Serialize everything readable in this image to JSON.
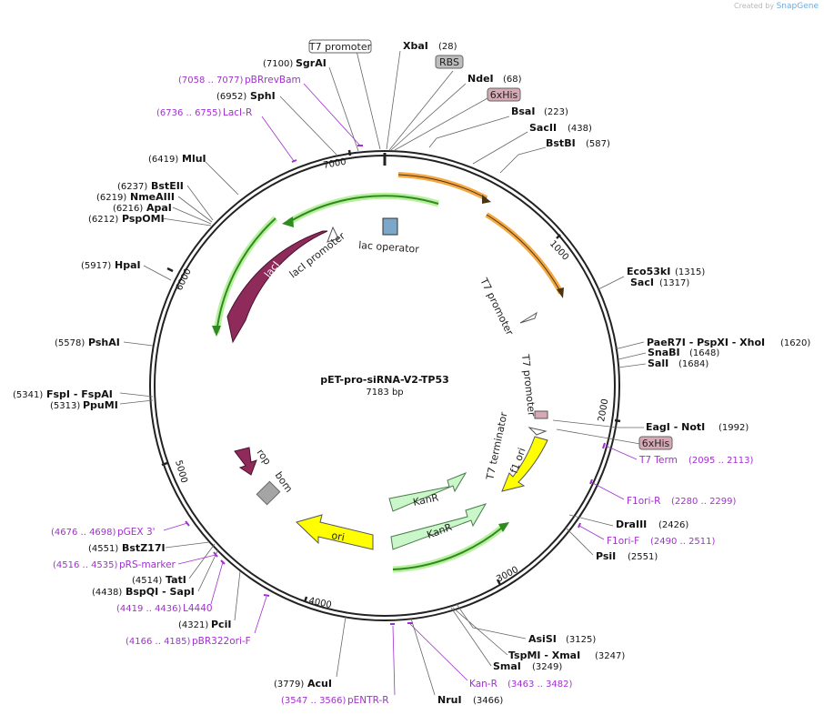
{
  "credit": {
    "prefix": "Created by",
    "brand": "SnapGene"
  },
  "center": {
    "title": "pET-pro-siRNA-V2-TP53",
    "size": "7183 bp"
  },
  "ticks": [
    "1000",
    "2000",
    "3000",
    "4000",
    "5000",
    "6000",
    "7000"
  ],
  "sites": [
    {
      "id": "xbai",
      "name": "XbaI",
      "pos": "(28)"
    },
    {
      "id": "ndei",
      "name": "NdeI",
      "pos": "(68)"
    },
    {
      "id": "bsai",
      "name": "BsaI",
      "pos": "(223)"
    },
    {
      "id": "sacii",
      "name": "SacII",
      "pos": "(438)"
    },
    {
      "id": "bstbi",
      "name": "BstBI",
      "pos": "(587)"
    },
    {
      "id": "eco53ki",
      "name": "Eco53kI",
      "pos": "(1315)"
    },
    {
      "id": "saci",
      "name": "SacI",
      "pos": "(1317)"
    },
    {
      "id": "paer7i",
      "name": "PaeR7I - PspXI - XhoI",
      "pos": "(1620)"
    },
    {
      "id": "snabi",
      "name": "SnaBI",
      "pos": "(1648)"
    },
    {
      "id": "sali",
      "name": "SalI",
      "pos": "(1684)"
    },
    {
      "id": "eagi",
      "name": "EagI - NotI",
      "pos": "(1992)"
    },
    {
      "id": "draiii",
      "name": "DraIII",
      "pos": "(2426)"
    },
    {
      "id": "psii",
      "name": "PsiI",
      "pos": "(2551)"
    },
    {
      "id": "asisi",
      "name": "AsiSI",
      "pos": "(3125)"
    },
    {
      "id": "tspmi",
      "name": "TspMI - XmaI",
      "pos": "(3247)"
    },
    {
      "id": "smai",
      "name": "SmaI",
      "pos": "(3249)"
    },
    {
      "id": "nrui",
      "name": "NruI",
      "pos": "(3466)"
    },
    {
      "id": "acui",
      "name": "AcuI",
      "pos": "(3779)"
    },
    {
      "id": "pcii",
      "name": "PciI",
      "pos": "(4321)"
    },
    {
      "id": "bspqi",
      "name": "BspQI - SapI",
      "pos": "(4438)"
    },
    {
      "id": "tati",
      "name": "TatI",
      "pos": "(4514)"
    },
    {
      "id": "bstz17i",
      "name": "BstZ17I",
      "pos": "(4551)"
    },
    {
      "id": "fspi",
      "name": "FspI - FspAI",
      "pos": "(5341)"
    },
    {
      "id": "ppumi",
      "name": "PpuMI",
      "pos": "(5313)"
    },
    {
      "id": "pshai",
      "name": "PshAI",
      "pos": "(5578)"
    },
    {
      "id": "hpai",
      "name": "HpaI",
      "pos": "(5917)"
    },
    {
      "id": "pspomi",
      "name": "PspOMI",
      "pos": "(6212)"
    },
    {
      "id": "apai",
      "name": "ApaI",
      "pos": "(6216)"
    },
    {
      "id": "nmeaiii",
      "name": "NmeAIII",
      "pos": "(6219)"
    },
    {
      "id": "bsteii",
      "name": "BstEII",
      "pos": "(6237)"
    },
    {
      "id": "mlui",
      "name": "MluI",
      "pos": "(6419)"
    },
    {
      "id": "sphi",
      "name": "SphI",
      "pos": "(6952)"
    },
    {
      "id": "sgrai",
      "name": "SgrAI",
      "pos": "(7100)"
    }
  ],
  "primers": [
    {
      "id": "t7term",
      "name": "T7 Term",
      "pos": "(2095 .. 2113)"
    },
    {
      "id": "f1orir",
      "name": "F1ori-R",
      "pos": "(2280 .. 2299)"
    },
    {
      "id": "f1orif",
      "name": "F1ori-F",
      "pos": "(2490 .. 2511)"
    },
    {
      "id": "kanr",
      "name": "Kan-R",
      "pos": "(3463 .. 3482)"
    },
    {
      "id": "pentrr",
      "name": "pENTR-R",
      "pos": "(3547 .. 3566)"
    },
    {
      "id": "pbr322",
      "name": "pBR322ori-F",
      "pos": "(4166 .. 4185)"
    },
    {
      "id": "l4440",
      "name": "L4440",
      "pos": "(4419 .. 4436)"
    },
    {
      "id": "prsmarker",
      "name": "pRS-marker",
      "pos": "(4516 .. 4535)"
    },
    {
      "id": "pgex3",
      "name": "pGEX 3'",
      "pos": "(4676 .. 4698)"
    },
    {
      "id": "laciR",
      "name": "LacI-R",
      "pos": "(6736 .. 6755)"
    },
    {
      "id": "pbrrevbam",
      "name": "pBRrevBam",
      "pos": "(7058 .. 7077)"
    }
  ],
  "boxed_labels": {
    "t7_promoter_top": "T7 promoter",
    "rbs": "RBS",
    "his_top": "6xHis",
    "his_right": "6xHis"
  },
  "features": {
    "lac_operator": "lac operator",
    "laci_promoter": "lacI promoter",
    "laci": "lacI",
    "t7_promoter_1": "T7 promoter",
    "t7_promoter_2": "T7 promoter",
    "t7_terminator": "T7 terminator",
    "f1_ori": "f1 ori",
    "kanr_1": "KanR",
    "kanr_2": "KanR",
    "ori": "ori",
    "rop": "rop",
    "bom": "bom"
  },
  "colors": {
    "backbone": "#222222",
    "orange_arrow": "#f5a742",
    "green_arrow": "#2e8b1e",
    "laci": "#8e2b5a",
    "yellow": "#ffff00",
    "kanr": "#c9f7c9",
    "primer": "#a030d0",
    "his_box": "#d7a9b5",
    "rbs_box": "#bdbdbd"
  }
}
